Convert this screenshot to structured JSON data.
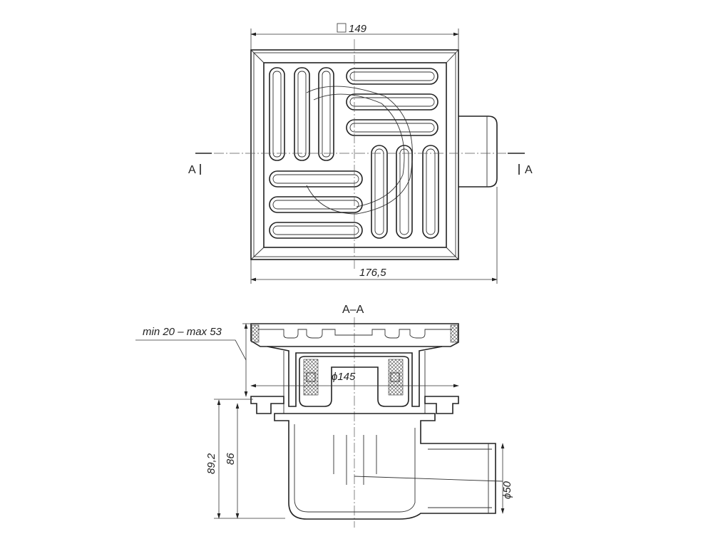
{
  "plan_view": {
    "width_label": "149",
    "width_prefix_symbol": "square",
    "overall_label": "176,5",
    "section_mark_left": "A",
    "section_mark_right": "A"
  },
  "section_view": {
    "title": "A–A",
    "adjust_range_label": "min 20 – max 53",
    "diameter_inner_label": "ϕ145",
    "height_total_label": "89,2",
    "height_body_label": "86",
    "outlet_diameter_label": "ϕ50"
  },
  "colors": {
    "line": "#222222",
    "background": "#ffffff"
  }
}
